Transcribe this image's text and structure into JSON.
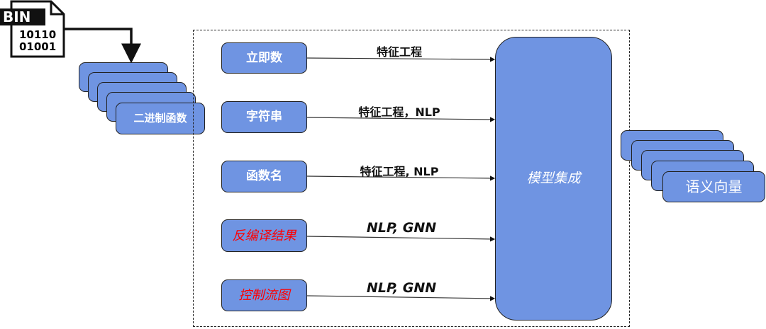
{
  "file_icon": {
    "tag": "BIN",
    "line1": "10110",
    "line2": "01001"
  },
  "binary_functions": "二进制函数",
  "inputs": [
    {
      "label": "立即数",
      "edge": "特征工程",
      "highlight": false
    },
    {
      "label": "字符串",
      "edge": "特征工程，NLP",
      "highlight": false
    },
    {
      "label": "函数名",
      "edge": "特征工程, NLP",
      "highlight": false
    },
    {
      "label": "反编译结果",
      "edge": "NLP, GNN",
      "highlight": true
    },
    {
      "label": "控制流图",
      "edge": "NLP, GNN",
      "highlight": true
    }
  ],
  "ensemble": "模型集成",
  "output": "语义向量",
  "colors": {
    "box": "#6f94e2",
    "highlight_text": "#ff0000"
  }
}
